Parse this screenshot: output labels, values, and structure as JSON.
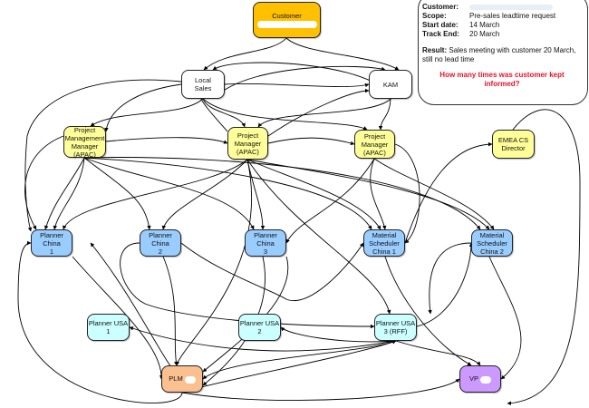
{
  "info_box": {
    "customer_label": "Customer:",
    "customer_value": "",
    "scope_label": "Scope:",
    "scope_value": "Pre-sales leadtime request",
    "start_label": "Start date:",
    "start_value": "14 March",
    "end_label": "Track End:",
    "end_value": "20 March",
    "result_label": "Result:",
    "result_value": "Sales meeting with customer 20 March, still no lead time",
    "question": "How many times was customer kept informed?",
    "question_color": "#e8102a"
  },
  "nodes": [
    {
      "id": "customer",
      "label": "Customer",
      "redacted": true,
      "color": "#ffc000"
    },
    {
      "id": "local_sales",
      "label": "Local\nSales",
      "redacted": false,
      "color": "#ffffff"
    },
    {
      "id": "kam",
      "label": "KAM",
      "redacted": false,
      "color": "#ffffff"
    },
    {
      "id": "pmm_apac",
      "label": "Project\nManagement\nManager\n(APAC)",
      "redacted": false,
      "color": "#ffff99"
    },
    {
      "id": "pm_apac",
      "label": "Project\nManager\n(APAC)",
      "redacted": false,
      "color": "#ffff99"
    },
    {
      "id": "pm2_apac",
      "label": "Project\nManager\n(APAC)",
      "redacted": true,
      "color": "#ffff99"
    },
    {
      "id": "emea",
      "label": "EMEA CS\nDirector",
      "redacted": false,
      "color": "#ffff99"
    },
    {
      "id": "pc1",
      "label": "Planner China\n1",
      "redacted": false,
      "color": "#99ccff"
    },
    {
      "id": "pc2",
      "label": "Planner China\n2",
      "redacted": false,
      "color": "#99ccff"
    },
    {
      "id": "pc3",
      "label": "Planner China\n3",
      "redacted": false,
      "color": "#99ccff"
    },
    {
      "id": "ms1",
      "label": "Material\nScheduler\nChina 1",
      "redacted": false,
      "color": "#99ccff"
    },
    {
      "id": "ms2",
      "label": "Material\nScheduler\nChina 2",
      "redacted": false,
      "color": "#99ccff"
    },
    {
      "id": "pu1",
      "label": "Planner USA\n1",
      "redacted": false,
      "color": "#ccffff"
    },
    {
      "id": "pu2",
      "label": "Planner USA\n2",
      "redacted": false,
      "color": "#ccffff"
    },
    {
      "id": "pu3",
      "label": "Planner USA\n3 (RFF)",
      "redacted": false,
      "color": "#ccffff"
    },
    {
      "id": "plm",
      "label": "PLM",
      "redacted": true,
      "color": "#fac090"
    },
    {
      "id": "vp",
      "label": "VP",
      "redacted": true,
      "color": "#cc99ff"
    }
  ]
}
